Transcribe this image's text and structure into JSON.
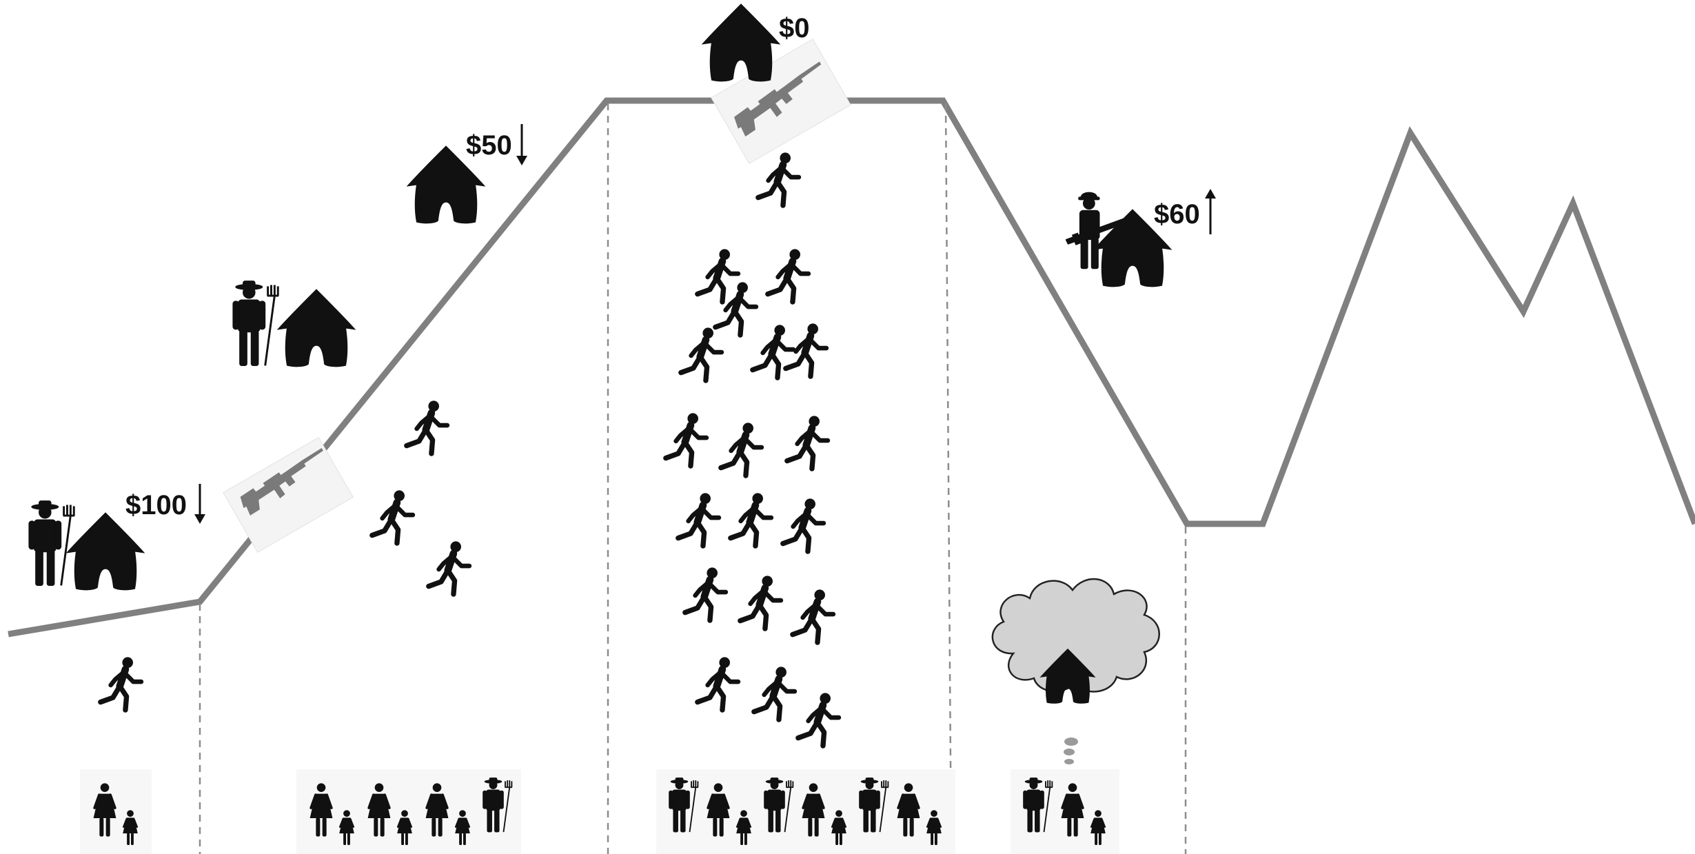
{
  "colors": {
    "terrain": "#808080",
    "divider": "#8c8c8c",
    "figure": "#111111",
    "weapon": "#7a7a7a",
    "weapon_bg": "#f4f4f4",
    "cloud_fill": "#d2d2d2",
    "cloud_stroke": "#222222",
    "family_bg": "#f7f7f7"
  },
  "icons": {
    "house": "hut-icon",
    "farmer": "farmer-with-pitchfork-icon",
    "runner": "running-person-icon",
    "rifle": "assault-rifle-icon",
    "soldier": "armed-soldier-icon",
    "woman": "woman-icon",
    "child": "child-icon",
    "cloud": "thought-cloud-icon"
  },
  "prices": [
    {
      "id": "price-low-slope",
      "label": "$100",
      "trend": "down"
    },
    {
      "id": "price-mid-slope",
      "label": "$50",
      "trend": "down"
    },
    {
      "id": "price-conflict-zone",
      "label": "$0",
      "trend": "none"
    },
    {
      "id": "price-recovered",
      "label": "$60",
      "trend": "up"
    }
  ],
  "zones": [
    {
      "id": "zone-1",
      "runners": 1,
      "family": [
        "woman",
        "child"
      ]
    },
    {
      "id": "zone-2",
      "runners": 3,
      "family": [
        "woman",
        "child",
        "woman",
        "child",
        "woman",
        "child",
        "farmer"
      ]
    },
    {
      "id": "zone-3",
      "runners": 19,
      "family": [
        "farmer",
        "woman",
        "child",
        "farmer",
        "woman",
        "child",
        "farmer",
        "woman",
        "child"
      ]
    },
    {
      "id": "zone-4",
      "runners": 0,
      "family": [
        "farmer",
        "woman",
        "child"
      ],
      "thought": "house"
    }
  ]
}
